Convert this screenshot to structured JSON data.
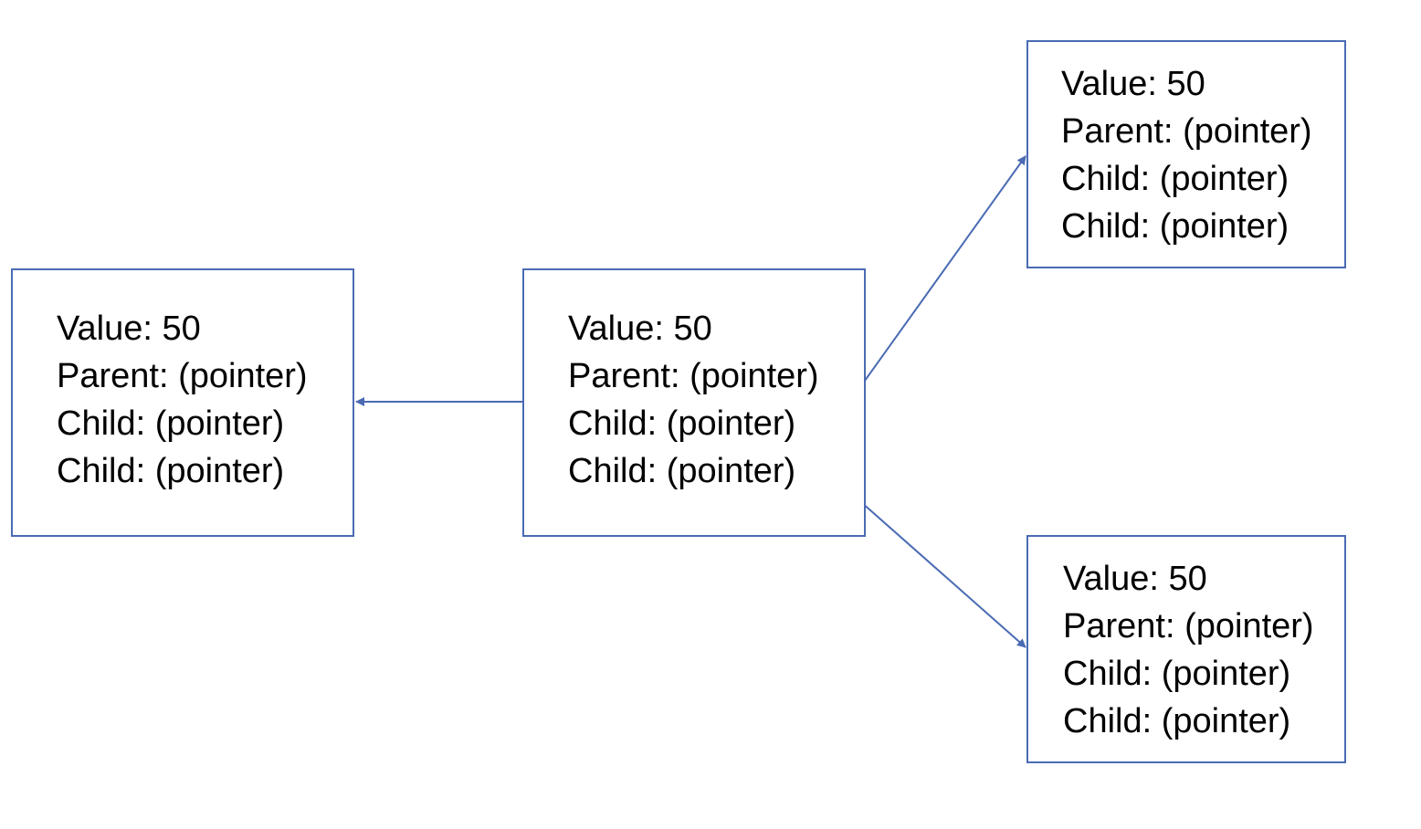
{
  "colors": {
    "border": "#4a6bb3",
    "arrow": "#4a6bb3",
    "text": "#000000",
    "background": "#ffffff"
  },
  "nodes": [
    {
      "id": "left",
      "lines": [
        "Value: 50",
        "Parent: (pointer)",
        "Child: (pointer)",
        "Child: (pointer)"
      ]
    },
    {
      "id": "center",
      "lines": [
        "Value: 50",
        "Parent: (pointer)",
        "Child: (pointer)",
        "Child: (pointer)"
      ]
    },
    {
      "id": "top",
      "lines": [
        "Value: 50",
        "Parent: (pointer)",
        "Child: (pointer)",
        "Child: (pointer)"
      ]
    },
    {
      "id": "bottom",
      "lines": [
        "Value: 50",
        "Parent: (pointer)",
        "Child: (pointer)",
        "Child: (pointer)"
      ]
    }
  ],
  "edges": [
    {
      "from": "center.parent",
      "to": "left"
    },
    {
      "from": "center.child1",
      "to": "top"
    },
    {
      "from": "center.child2",
      "to": "bottom"
    }
  ]
}
